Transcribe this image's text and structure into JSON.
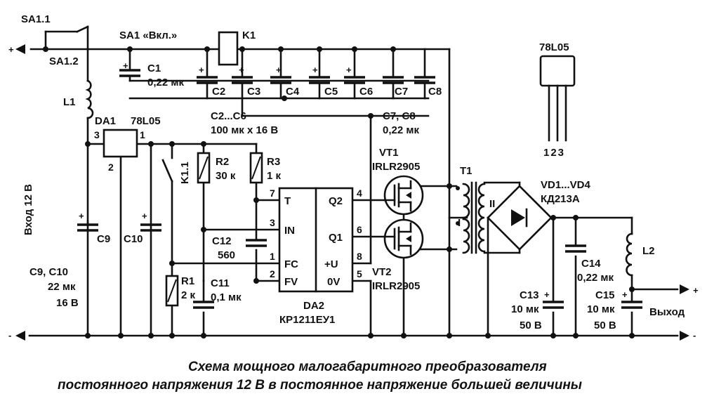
{
  "labels": {
    "sa11": "SA1.1",
    "sa12": "SA1.2",
    "sa1_on": "SA1 «Вкл.»",
    "k1": "K1",
    "c1": "C1",
    "c1_val": "0,22 мк",
    "c2": "C2",
    "c3": "C3",
    "c4": "C4",
    "c5": "C5",
    "c6": "C6",
    "c7": "C7",
    "c8": "C8",
    "c2c6": "C2...C6",
    "c2c6_val": "100 мк x 16 В",
    "c7c8": "C7, C8",
    "c7c8_val": "0,22 мк",
    "l1": "L1",
    "da1": "DA1",
    "da1_type": "78L05",
    "da1_pin3": "3",
    "da1_pin1": "1",
    "da1_pin2": "2",
    "input_label": "Вход 12 В",
    "k11": "K1.1",
    "r2": "R2",
    "r2_val": "30 к",
    "r3": "R3",
    "r3_val": "1 к",
    "c12": "C12",
    "c12_val": "560",
    "c9": "C9",
    "c10": "C10",
    "c9c10": "C9, C10",
    "c9c10_val1": "22 мк",
    "c9c10_val2": "16 В",
    "r1": "R1",
    "r1_val": "2 к",
    "c11": "C11",
    "c11_val": "0,1 мк",
    "da2": "DA2",
    "da2_type": "КР1211ЕУ1",
    "vt1": "VT1",
    "vt1_type": "IRLR2905",
    "vt2": "VT2",
    "vt2_type": "IRLR2905",
    "t1": "T1",
    "t1_w1": "I",
    "t1_w2": "II",
    "vd": "VD1...VD4",
    "vd_type": "КД213А",
    "c14": "C14",
    "c14_val": "0,22 мк",
    "l2": "L2",
    "c13": "C13",
    "c13_val1": "10 мк",
    "c13_val2": "50 В",
    "c15": "C15",
    "c15_val1": "10 мк",
    "c15_val2": "50 В",
    "output_label": "Выход",
    "pkg_title": "78L05",
    "pkg_pins": "123",
    "plus": "+",
    "minus": "-"
  },
  "da2_pins": {
    "t": "T",
    "in": "IN",
    "fc": "FC",
    "fv": "FV",
    "q2": "Q2",
    "q1": "Q1",
    "u": "+U",
    "ov": "0V",
    "p7": "7",
    "p3": "3",
    "p1": "1",
    "p2": "2",
    "p4": "4",
    "p6": "6",
    "p8": "8",
    "p5": "5"
  },
  "caption": {
    "line1": "Схема мощного малогабаритного преобразователя",
    "line2": "постоянного напряжения 12 В в постоянное напряжение большей величины"
  }
}
